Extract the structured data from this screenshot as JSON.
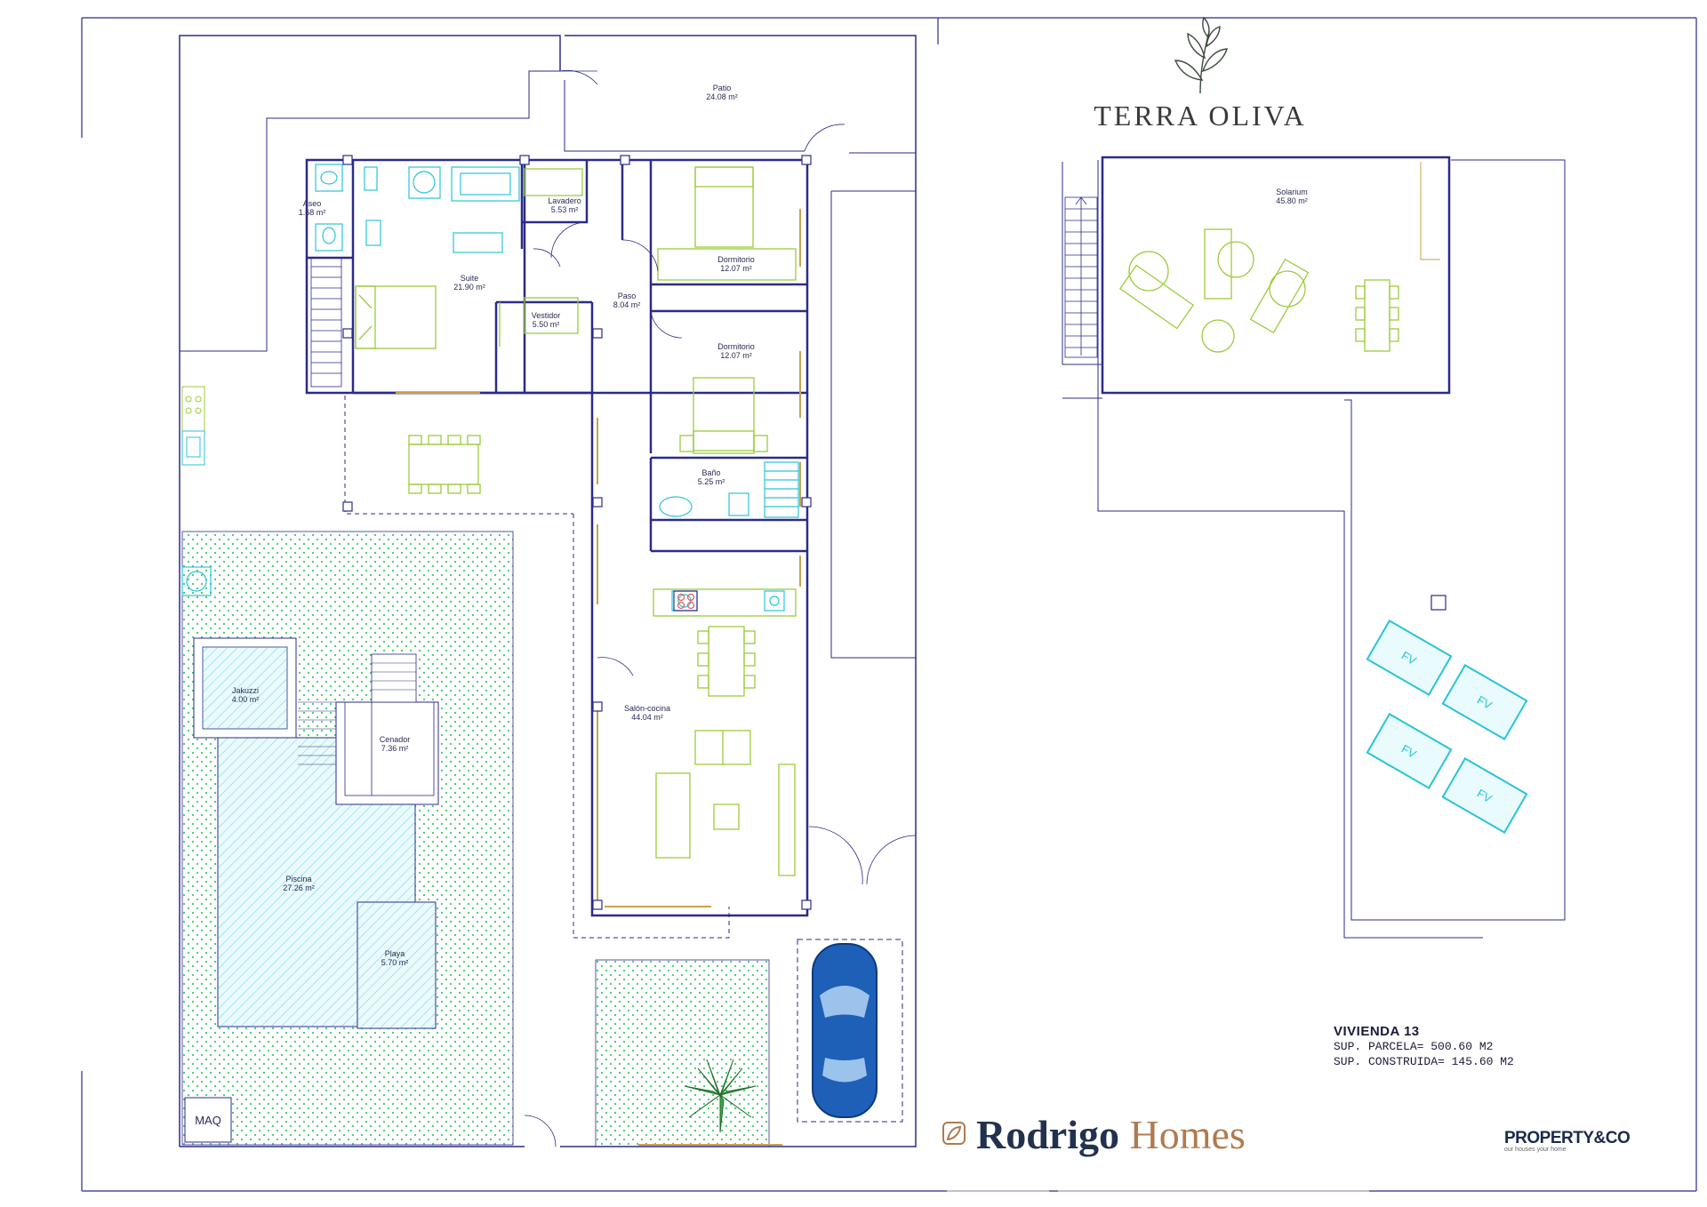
{
  "brand": {
    "project_name": "TERRA OLIVA",
    "developer_first": "Rodrigo",
    "developer_second": "Homes",
    "agency_name": "PROPERTY&CO",
    "agency_tagline": "our houses your home"
  },
  "info": {
    "title": "VIVIENDA 13",
    "parcela": "SUP. PARCELA= 500.60 M2",
    "construida": "SUP. CONSTRUIDA= 145.60 M2"
  },
  "rooms": {
    "patio": {
      "name": "Patio",
      "area": "24.08 m²"
    },
    "aseo": {
      "name": "Aseo",
      "area": "1.68 m²"
    },
    "lavadero": {
      "name": "Lavadero",
      "area": "5.53 m²"
    },
    "dormitorio1": {
      "name": "Dormitorio",
      "area": "12.07 m²"
    },
    "suite": {
      "name": "Suite",
      "area": "21.90 m²"
    },
    "paso": {
      "name": "Paso",
      "area": "8.04 m²"
    },
    "vestidor": {
      "name": "Vestidor",
      "area": "5.50 m²"
    },
    "dormitorio2": {
      "name": "Dormitorio",
      "area": "12.07 m²"
    },
    "bano": {
      "name": "Baño",
      "area": "5.25 m²"
    },
    "salon": {
      "name": "Salón-cocina",
      "area": "44.04 m²"
    },
    "jakuzzi": {
      "name": "Jakuzzi",
      "area": "4.00 m²"
    },
    "cenador": {
      "name": "Cenador",
      "area": "7.36 m²"
    },
    "piscina": {
      "name": "Piscina",
      "area": "27.26 m²"
    },
    "playa": {
      "name": "Playa",
      "area": "5.70 m²"
    },
    "solarium": {
      "name": "Solarium",
      "area": "45.80 m²"
    }
  },
  "labels": {
    "maq": "MAQ",
    "fv": "FV"
  },
  "colors": {
    "wall": "#2b2b8a",
    "furniture": "#9ccc3a",
    "water": "#29c4d6",
    "grass": "#3fc96a",
    "car": "#1e5fb8",
    "wood": "#c8a24a"
  }
}
